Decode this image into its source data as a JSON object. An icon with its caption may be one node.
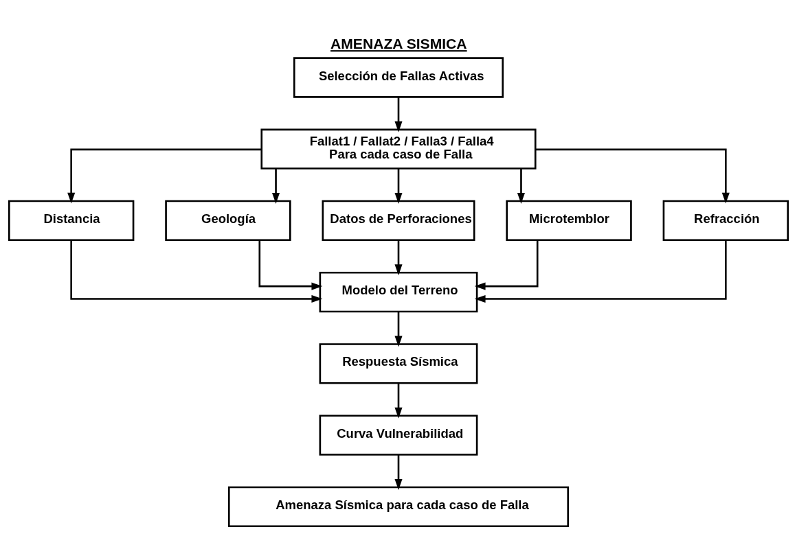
{
  "diagram": {
    "title": "AMENAZA SISMICA",
    "nodes": [
      {
        "text": [
          "Selección de Fallas Activas"
        ]
      },
      {
        "text": [
          "Fallat1 / Fallat2 / Falla3 / Falla4",
          "Para cada caso de Falla"
        ]
      },
      {
        "text": [
          "Distancia"
        ]
      },
      {
        "text": [
          "Geología"
        ]
      },
      {
        "text": [
          "Datos de Perforaciones"
        ]
      },
      {
        "text": [
          "Microtemblor"
        ]
      },
      {
        "text": [
          "Refracción"
        ]
      },
      {
        "text": [
          "Modelo del Terreno"
        ]
      },
      {
        "text": [
          "Respuesta Sísmica"
        ]
      },
      {
        "text": [
          "Curva Vulnerabilidad"
        ]
      },
      {
        "text": [
          "Amenaza Sísmica para cada caso de Falla"
        ]
      }
    ],
    "edges": [
      {
        "from": 0,
        "to": 1,
        "arrow": "to"
      },
      {
        "from": 1,
        "to": 2,
        "arrow": "to"
      },
      {
        "from": 1,
        "to": 3,
        "arrow": "to"
      },
      {
        "from": 1,
        "to": 4,
        "arrow": "to"
      },
      {
        "from": 1,
        "to": 5,
        "arrow": "to"
      },
      {
        "from": 1,
        "to": 6,
        "arrow": "to"
      },
      {
        "from": 2,
        "to": 7,
        "arrow": "to"
      },
      {
        "from": 3,
        "to": 7,
        "arrow": "to"
      },
      {
        "from": 4,
        "to": 7,
        "arrow": "to"
      },
      {
        "from": 5,
        "to": 7,
        "arrow": "to"
      },
      {
        "from": 6,
        "to": 7,
        "arrow": "to"
      },
      {
        "from": 7,
        "to": 8,
        "arrow": "to"
      },
      {
        "from": 8,
        "to": 9,
        "arrow": "to"
      },
      {
        "from": 9,
        "to": 10,
        "arrow": "to"
      }
    ]
  }
}
